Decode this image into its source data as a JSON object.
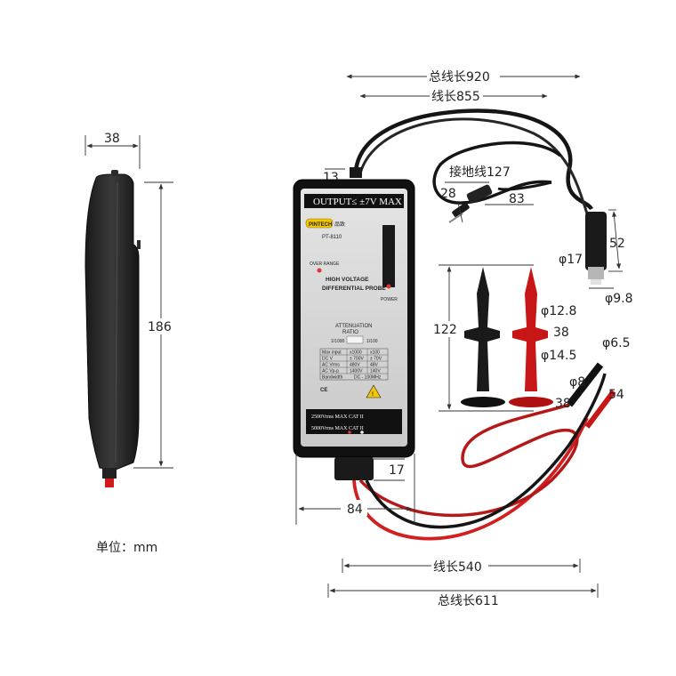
{
  "unit_label": "单位：mm",
  "dimensions": {
    "total_length": "总线长920",
    "lead_length": "线长855",
    "ground_lead": "接地线127",
    "clip_len": "28",
    "clip_len2": "83",
    "connector_len": "52",
    "connector_dia": "φ17",
    "connector_tip": "φ9.8",
    "probe_top": "13",
    "side_width": "38",
    "side_height": "186",
    "hook_len": "122",
    "hook_dia1": "φ12.8",
    "hook_w1": "38",
    "hook_dia2": "φ14.5",
    "hook_w2": "38",
    "plug_dia1": "φ6.5",
    "plug_dia2": "φ8",
    "plug_len": "54",
    "cable_exit": "17",
    "body_width": "84",
    "input_lead": "线长540",
    "input_total": "总线长611"
  },
  "device": {
    "output_label": "OUTPUT≤ ±7V MAX",
    "brand": "PINTECH",
    "brand_cn": "品致",
    "model": "PT-8110",
    "over_range": "OVER RANGE",
    "power": "POWER",
    "title_line1": "HIGH VOLTAGE",
    "title_line2": "DIFFERENTIAL PROBE",
    "attenuation_l1": "ATTENUATION",
    "attenuation_l2": "RATIO",
    "ratio_left": "1/1000",
    "ratio_right": "1/100",
    "spec_table": [
      [
        "Max input",
        "x1000",
        "x100"
      ],
      [
        "DC V",
        "± 700V",
        "± 70V"
      ],
      [
        "AC Vrms",
        "480V",
        "48V"
      ],
      [
        "AC Vp-p",
        "1400V",
        "140V"
      ],
      [
        "Bandwidth",
        "DC - 100MHz",
        ""
      ]
    ],
    "ce": "CE",
    "rating1": "2500Vrms MAX CAT II",
    "rating2": "5000Vrms MAX CAT II"
  }
}
